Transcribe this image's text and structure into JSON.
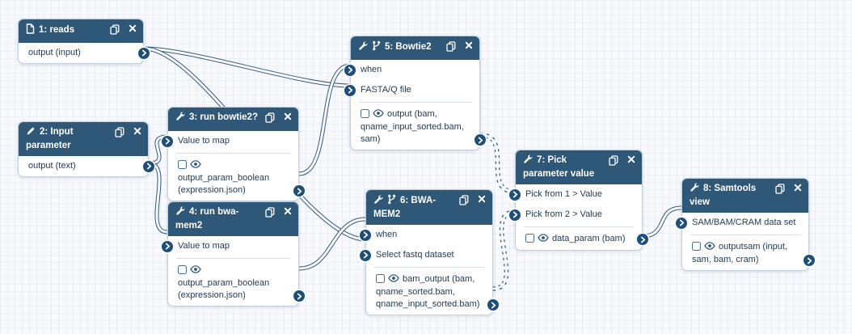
{
  "app": "workflow-editor-canvas",
  "colors": {
    "node_header": "#2f5878",
    "node_body": "#ffffff",
    "port": "#1e4e79",
    "edge": "#35597c",
    "canvas_bg": "#f8fafd",
    "grid_line": "#e9eef7"
  },
  "nodes": [
    {
      "title": "1: reads",
      "title_icon": "file-icon",
      "actions": [
        "duplicate-icon",
        "close-icon"
      ],
      "inputs": [],
      "outputs": [
        {
          "label": "output (input)",
          "has_checkbox": false
        }
      ]
    },
    {
      "title": "2: Input parameter",
      "title_icon": "pencil-icon",
      "actions": [
        "duplicate-icon",
        "close-icon"
      ],
      "inputs": [],
      "outputs": [
        {
          "label": "output (text)",
          "has_checkbox": false
        }
      ]
    },
    {
      "title": "3: run bowtie2?",
      "title_icon": "wrench-icon",
      "actions": [
        "duplicate-icon",
        "close-icon"
      ],
      "inputs": [
        "Value to map"
      ],
      "outputs": [
        {
          "label": "output_param_boolean (expression.json)",
          "has_checkbox": true
        }
      ]
    },
    {
      "title": "4: run bwa-mem2",
      "title_icon": "wrench-icon",
      "actions": [
        "duplicate-icon",
        "close-icon"
      ],
      "inputs": [
        "Value to map"
      ],
      "outputs": [
        {
          "label": "output_param_boolean (expression.json)",
          "has_checkbox": true
        }
      ]
    },
    {
      "title": "5: Bowtie2",
      "title_icon": "wrench-icon",
      "title_icon2": "code-branch-icon",
      "actions": [
        "duplicate-icon",
        "close-icon"
      ],
      "inputs": [
        "when",
        "FASTA/Q file"
      ],
      "outputs": [
        {
          "label": "output (bam, qname_input_sorted.bam, sam)",
          "has_checkbox": true
        }
      ]
    },
    {
      "title": "6: BWA-MEM2",
      "title_icon": "wrench-icon",
      "title_icon2": "code-branch-icon",
      "actions": [
        "duplicate-icon",
        "close-icon"
      ],
      "inputs": [
        "when",
        "Select fastq dataset"
      ],
      "outputs": [
        {
          "label": "bam_output (bam, qname_sorted.bam, qname_input_sorted.bam)",
          "has_checkbox": true
        }
      ]
    },
    {
      "title": "7: Pick parameter value",
      "title_icon": "wrench-icon",
      "actions": [
        "duplicate-icon",
        "close-icon"
      ],
      "inputs": [
        "Pick from 1 > Value",
        "Pick from 2 > Value"
      ],
      "outputs": [
        {
          "label": "data_param (bam)",
          "has_checkbox": true
        }
      ]
    },
    {
      "title": "8: Samtools view",
      "title_icon": "wrench-icon",
      "actions": [
        "duplicate-icon",
        "close-icon"
      ],
      "inputs": [
        "SAM/BAM/CRAM data set"
      ],
      "outputs": [
        {
          "label": "outputsam (input, sam, bam, cram)",
          "has_checkbox": true
        }
      ]
    }
  ],
  "edges": [
    {
      "from": "1: reads / output",
      "to": "5: Bowtie2 / FASTA/Q file",
      "style": "solid"
    },
    {
      "from": "1: reads / output",
      "to": "6: BWA-MEM2 / Select fastq dataset",
      "style": "solid"
    },
    {
      "from": "2: Input parameter / output",
      "to": "3: run bowtie2? / Value to map",
      "style": "solid"
    },
    {
      "from": "2: Input parameter / output",
      "to": "4: run bwa-mem2 / Value to map",
      "style": "solid"
    },
    {
      "from": "3: run bowtie2? / output_param_boolean",
      "to": "5: Bowtie2 / when",
      "style": "solid"
    },
    {
      "from": "4: run bwa-mem2 / output_param_boolean",
      "to": "6: BWA-MEM2 / when",
      "style": "solid"
    },
    {
      "from": "5: Bowtie2 / output",
      "to": "7: Pick parameter value / Pick from 1 > Value",
      "style": "dashed"
    },
    {
      "from": "6: BWA-MEM2 / bam_output",
      "to": "7: Pick parameter value / Pick from 2 > Value",
      "style": "dashed"
    },
    {
      "from": "7: Pick parameter value / data_param",
      "to": "8: Samtools view / SAM/BAM/CRAM data set",
      "style": "solid"
    }
  ]
}
